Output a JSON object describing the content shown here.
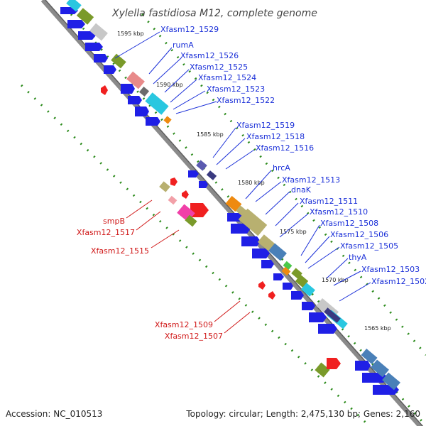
{
  "title": "Xylella fastidiosa M12, complete genome",
  "footer": {
    "accession": "Accession: NC_010513",
    "topology": "Topology: circular; Length: 2,475,130 bp; Genes: 2,160"
  },
  "colors": {
    "label_forward": "#1a2fd8",
    "label_reverse": "#d01818",
    "backbone": "#8a8a8a",
    "dots": "#2a8a1a",
    "gene_blue": "#1f1fe6"
  },
  "scale_ticks": [
    "1595 kbp",
    "1590 kbp",
    "1585 kbp",
    "1580 kbp",
    "1575 kbp",
    "1570 kbp",
    "1565 kbp"
  ],
  "forward_labels": [
    "Xfasm12_1529",
    "rumA",
    "Xfasm12_1526",
    "Xfasm12_1525",
    "Xfasm12_1524",
    "Xfasm12_1523",
    "Xfasm12_1522",
    "Xfasm12_1519",
    "Xfasm12_1518",
    "Xfasm12_1516",
    "hrcA",
    "Xfasm12_1513",
    "dnaK",
    "Xfasm12_1511",
    "Xfasm12_1510",
    "Xfasm12_1508",
    "Xfasm12_1506",
    "Xfasm12_1505",
    "thyA",
    "Xfasm12_1503",
    "Xfasm12_1502"
  ],
  "reverse_labels": [
    "smpB",
    "Xfasm12_1517",
    "Xfasm12_1515",
    "Xfasm12_1509",
    "Xfasm12_1507"
  ]
}
